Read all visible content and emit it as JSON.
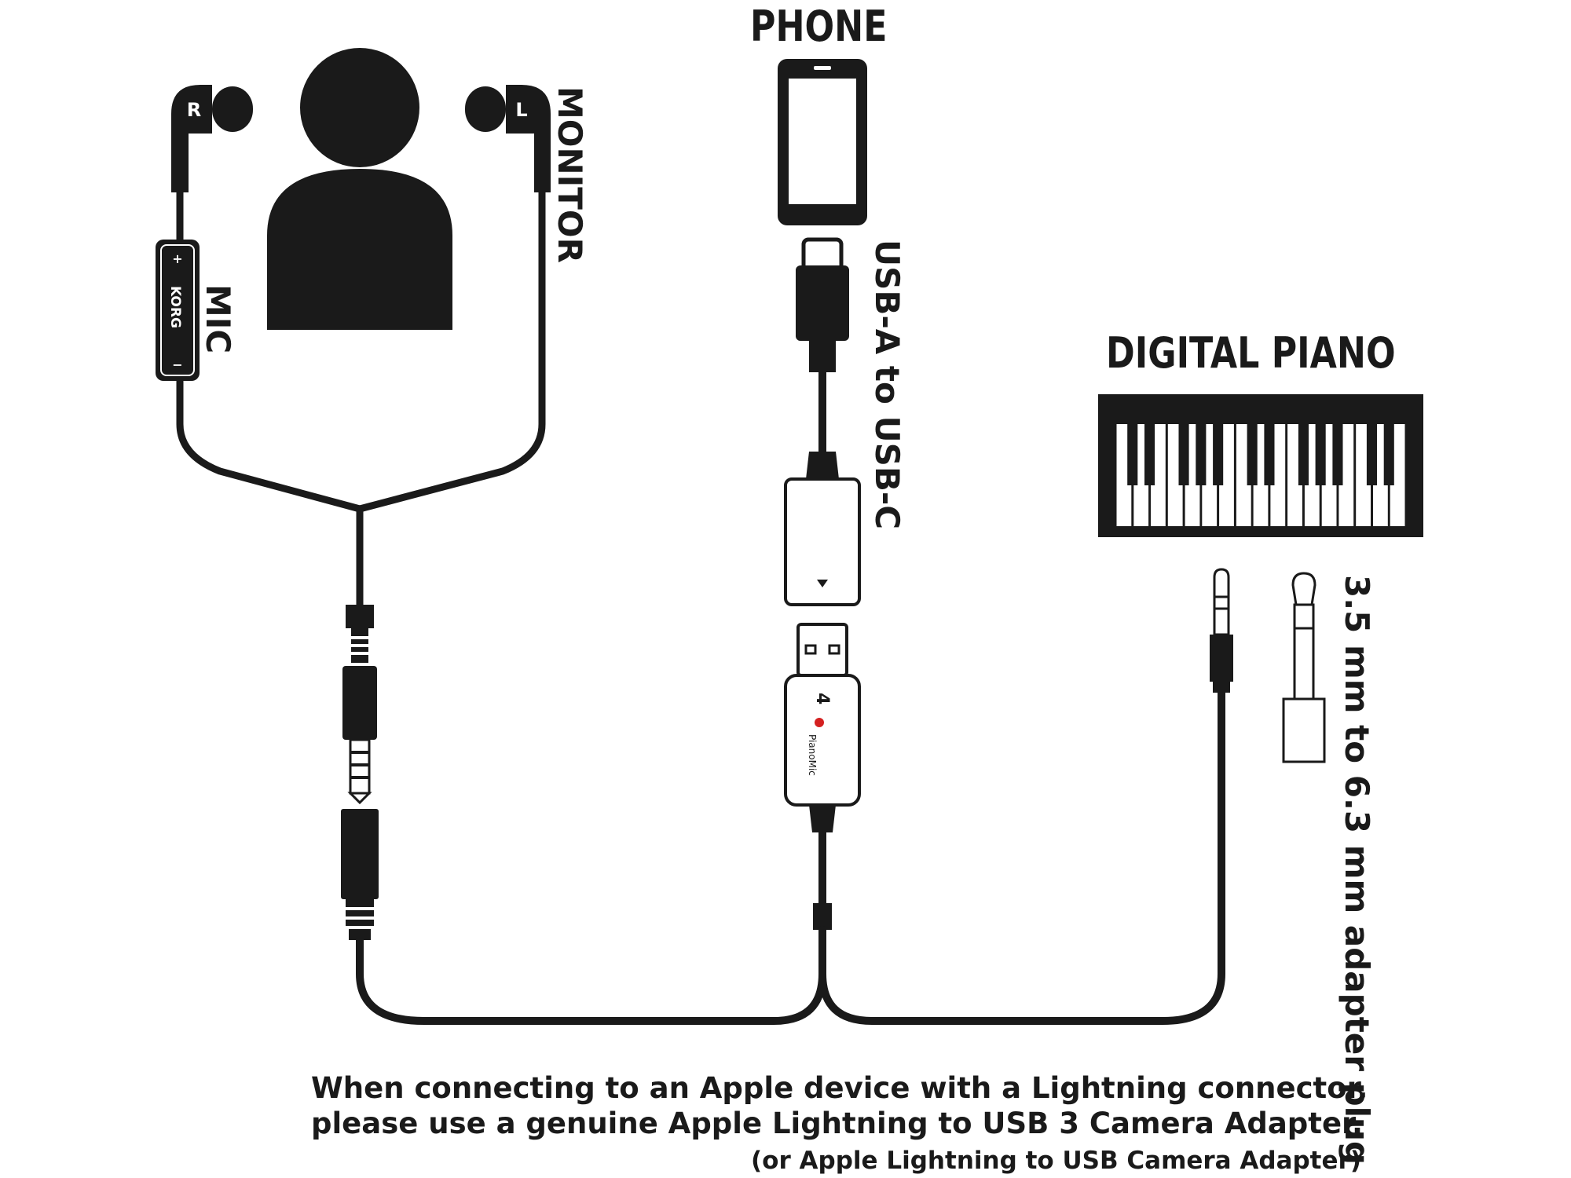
{
  "labels": {
    "phone": "PHONE",
    "digital_piano": "DIGITAL PIANO",
    "monitor": "MONITOR",
    "mic": "MIC",
    "usb_cable": "USB-A to USB-C",
    "adapter_plug": "3.5 mm to 6.3 mm adapter plug",
    "earbud_right": "R",
    "earbud_left": "L",
    "mic_brand": "KORG",
    "dongle_brand": "PianoMic"
  },
  "caption": {
    "line1": "When connecting to an Apple device with a Lightning connector,",
    "line2": "please use a genuine Apple Lightning to USB 3 Camera Adapter.",
    "line3": "(or Apple Lightning to USB Camera Adapter)"
  },
  "colors": {
    "ink": "#1a1a1a",
    "paper": "#ffffff",
    "accent": "#d42020"
  }
}
